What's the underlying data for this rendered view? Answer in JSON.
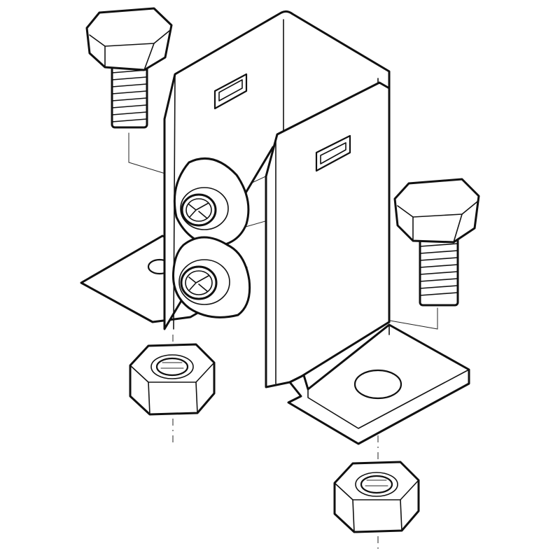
{
  "figure": {
    "type": "exploded-assembly-line-drawing",
    "subject": "u-shaped-mounting-bracket",
    "background_color": "#ffffff",
    "line_color": "#111111",
    "parts": [
      {
        "name": "hex-bolt",
        "count": 2
      },
      {
        "name": "hex-nut",
        "count": 2
      },
      {
        "name": "phillips-screw-with-washer",
        "count": 2
      },
      {
        "name": "u-bracket",
        "count": 1
      }
    ],
    "text_labels": []
  }
}
